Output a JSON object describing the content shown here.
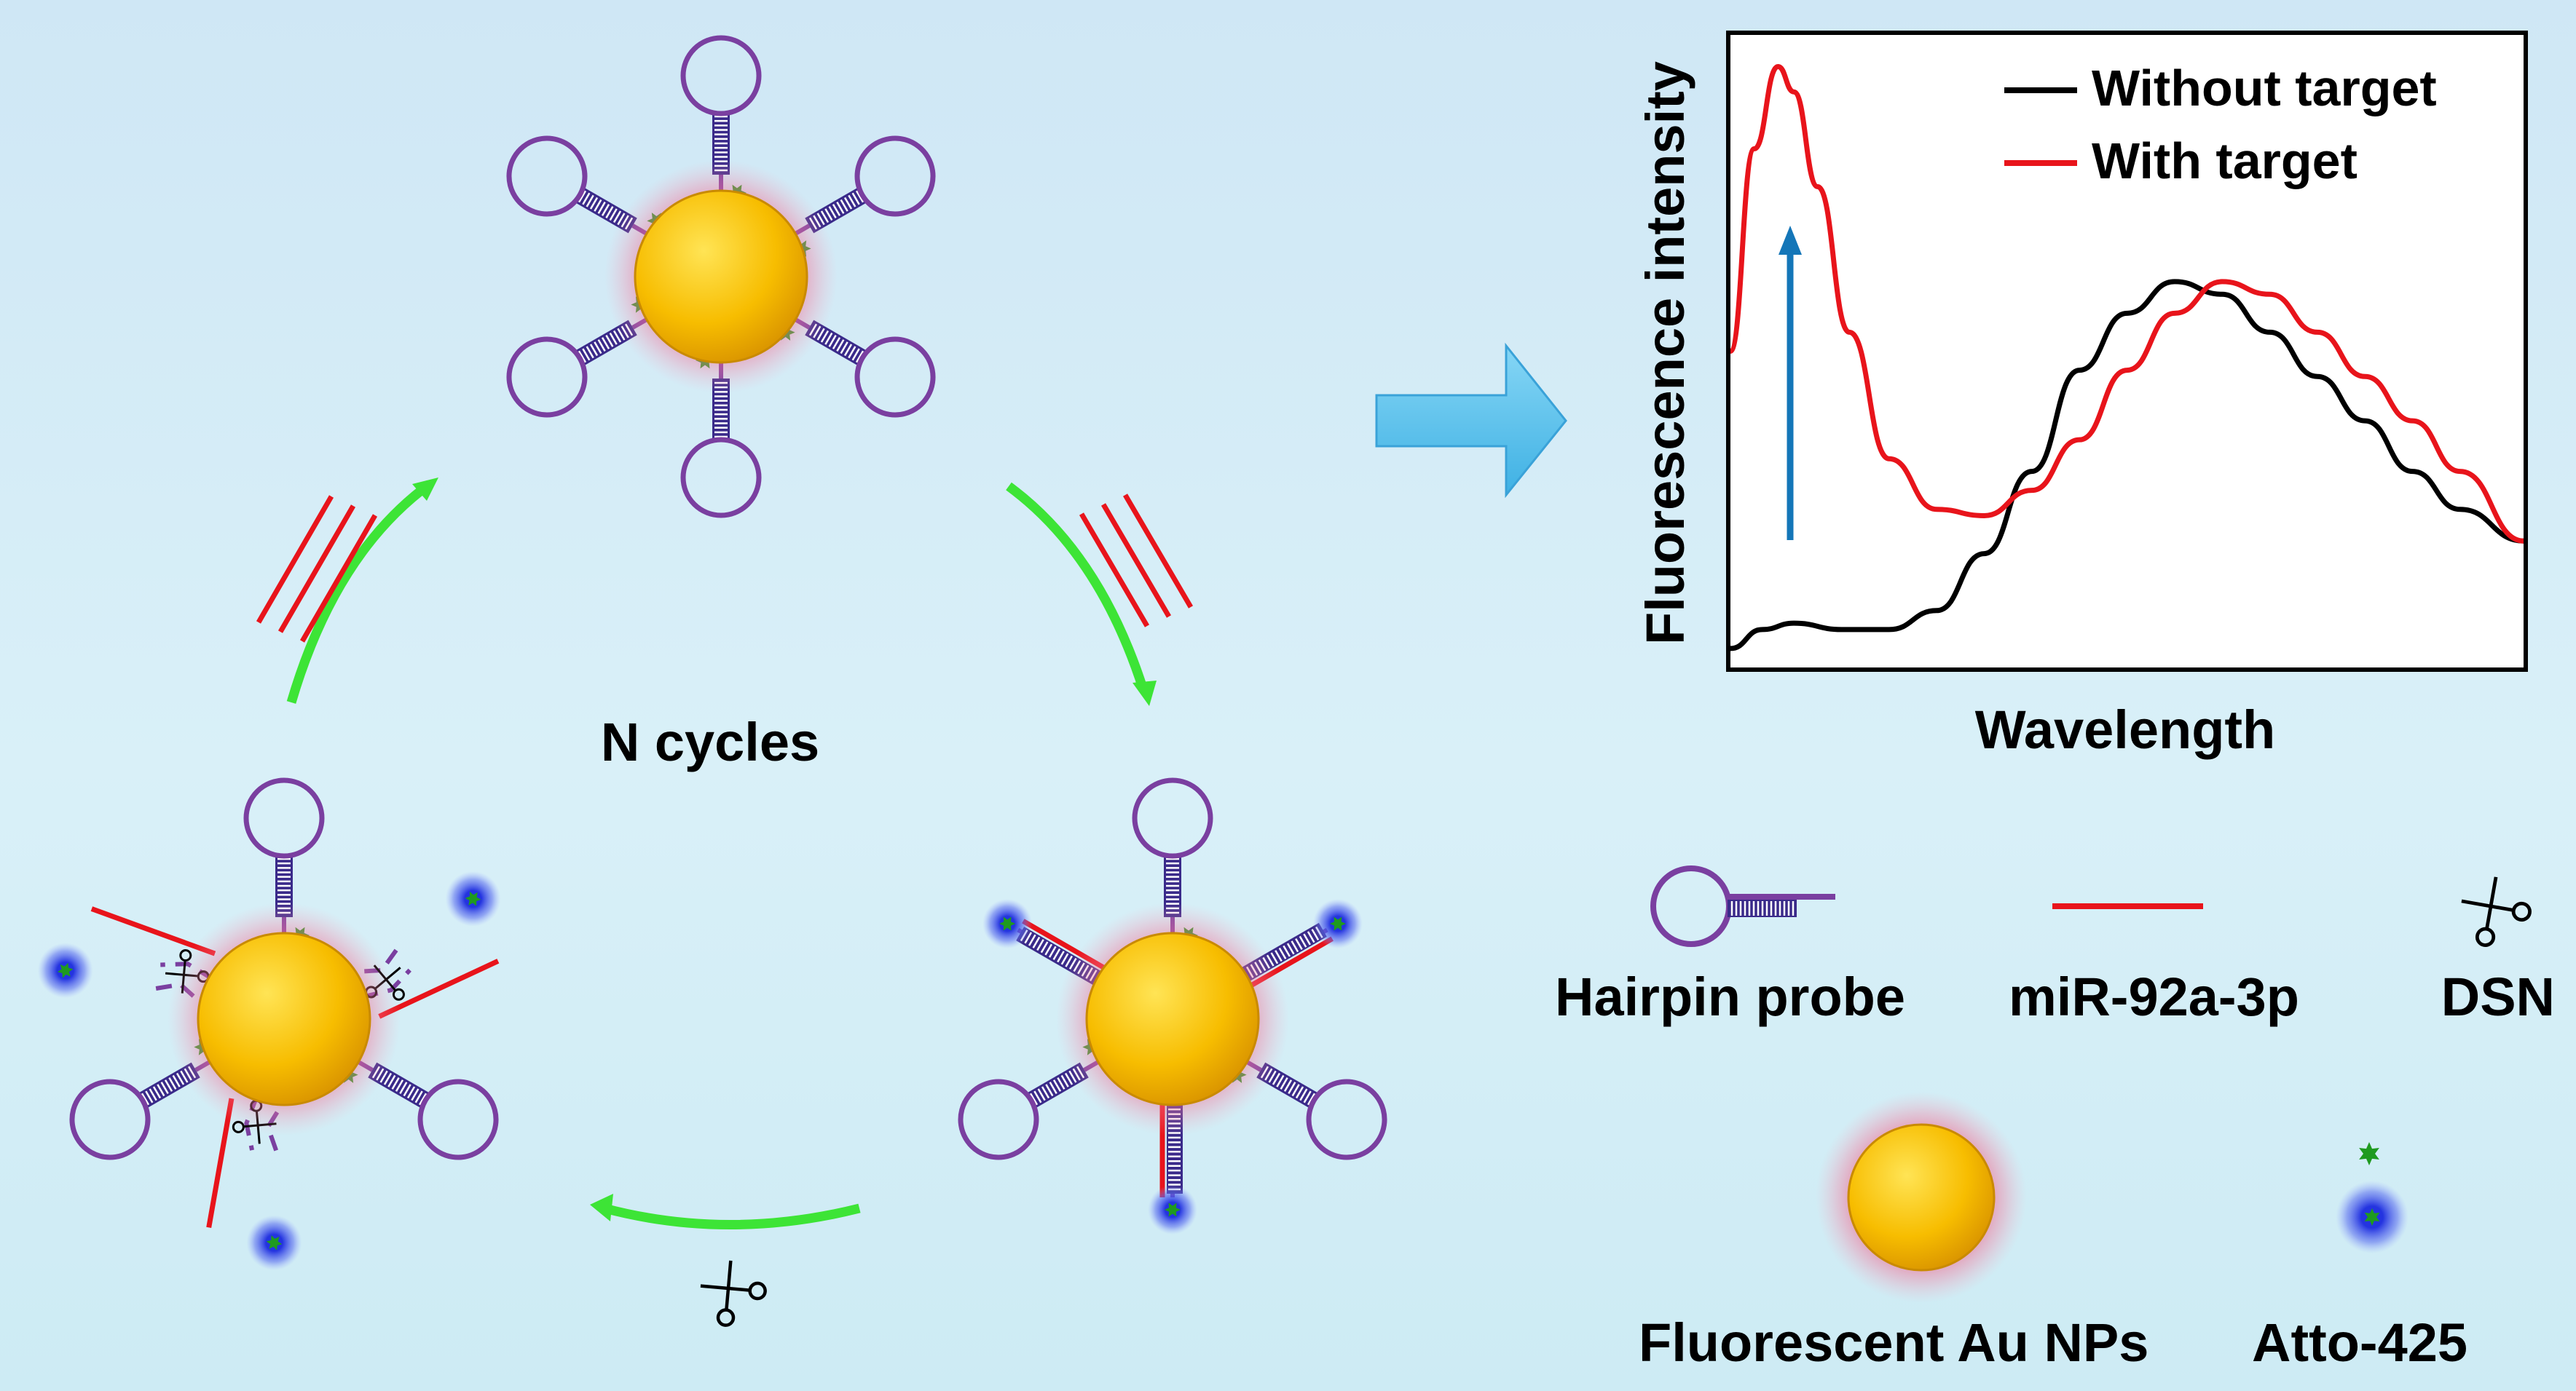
{
  "cycle_label": "N cycles",
  "chart": {
    "ylabel": "Fluorescence intensity",
    "xlabel": "Wavelength",
    "legend": [
      {
        "label": "Without target",
        "color": "#000000"
      },
      {
        "label": "With target",
        "color": "#e8141b"
      }
    ]
  },
  "chart_data": {
    "type": "line",
    "title": "",
    "xlabel": "Wavelength",
    "ylabel": "Fluorescence intensity",
    "grid": false,
    "legend_position": "top-right",
    "ticks": "none",
    "series": [
      {
        "name": "Without target",
        "color": "#000000",
        "x": [
          0,
          0.04,
          0.08,
          0.14,
          0.2,
          0.26,
          0.32,
          0.38,
          0.44,
          0.5,
          0.56,
          0.62,
          0.68,
          0.74,
          0.8,
          0.86,
          0.92,
          1
        ],
        "y": [
          0.03,
          0.06,
          0.07,
          0.06,
          0.06,
          0.09,
          0.18,
          0.31,
          0.47,
          0.56,
          0.61,
          0.59,
          0.53,
          0.46,
          0.39,
          0.31,
          0.25,
          0.2
        ]
      },
      {
        "name": "With target",
        "color": "#e8141b",
        "x": [
          0,
          0.03,
          0.06,
          0.08,
          0.11,
          0.15,
          0.2,
          0.26,
          0.32,
          0.38,
          0.44,
          0.5,
          0.56,
          0.62,
          0.68,
          0.74,
          0.8,
          0.86,
          0.92,
          1
        ],
        "y": [
          0.5,
          0.82,
          0.95,
          0.91,
          0.76,
          0.53,
          0.33,
          0.25,
          0.24,
          0.28,
          0.36,
          0.47,
          0.56,
          0.61,
          0.59,
          0.53,
          0.46,
          0.39,
          0.31,
          0.2
        ]
      }
    ]
  },
  "legend_items": {
    "hairpin": "Hairpin probe",
    "mirna": "miR-92a-3p",
    "dsn": "DSN",
    "aunp": "Fluorescent Au NPs",
    "atto": "Atto-425"
  },
  "colors": {
    "gold": "#f5b800",
    "purple": "#7a3fa0",
    "red_strand": "#e8141b",
    "green_arrow": "#3de436",
    "blue_arrow": "#5bc2ec",
    "atto_blue": "#3548e6",
    "star_green": "#1f9a1f"
  },
  "icons": [
    "scissors-icon",
    "star-icon",
    "hairpin-icon",
    "nanoparticle-icon"
  ]
}
